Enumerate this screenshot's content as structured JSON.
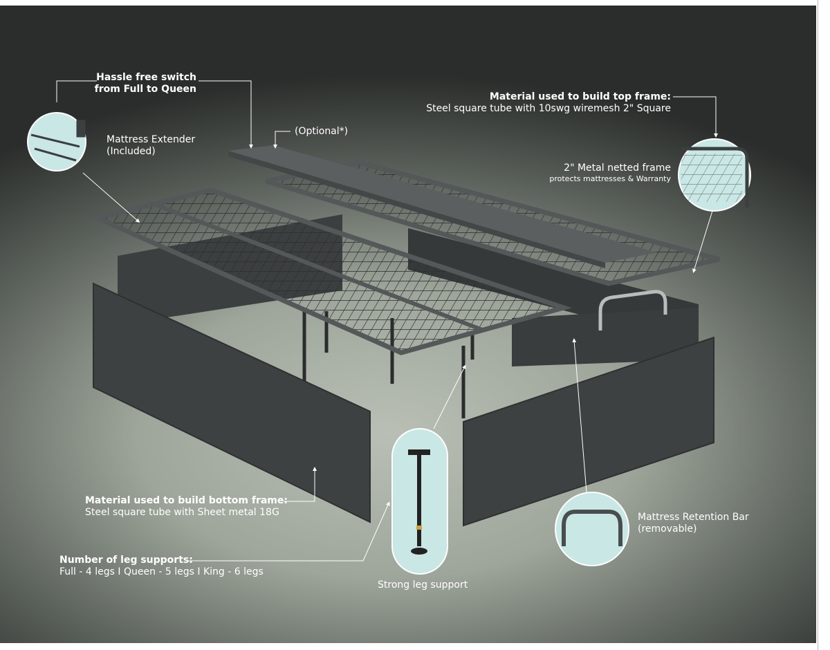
{
  "callouts": {
    "hassle_title_1": "Hassle free switch",
    "hassle_title_2": "from Full to Queen",
    "extender_1": "Mattress  Extender",
    "extender_2": "(Included)",
    "optional": "(Optional*)",
    "top_frame_title": "Material used to build top frame:",
    "top_frame_desc": "Steel square tube with 10swg wiremesh 2\" Square",
    "netted_title": "2\" Metal netted frame",
    "netted_desc": "protects mattresses & Warranty",
    "bottom_frame_title": "Material used to build bottom frame:",
    "bottom_frame_desc": "Steel square tube with Sheet metal 18G",
    "legs_title": "Number of leg supports:",
    "legs_desc": "Full - 4 legs I Queen - 5 legs I King -  6 legs",
    "leg_support": "Strong leg  support",
    "retention_1": "Mattress  Retention Bar",
    "retention_2": "(removable)"
  },
  "colors": {
    "circle": "#c9e7e5",
    "frame": "#4a4d4e",
    "panel": "#3a3c3d"
  }
}
